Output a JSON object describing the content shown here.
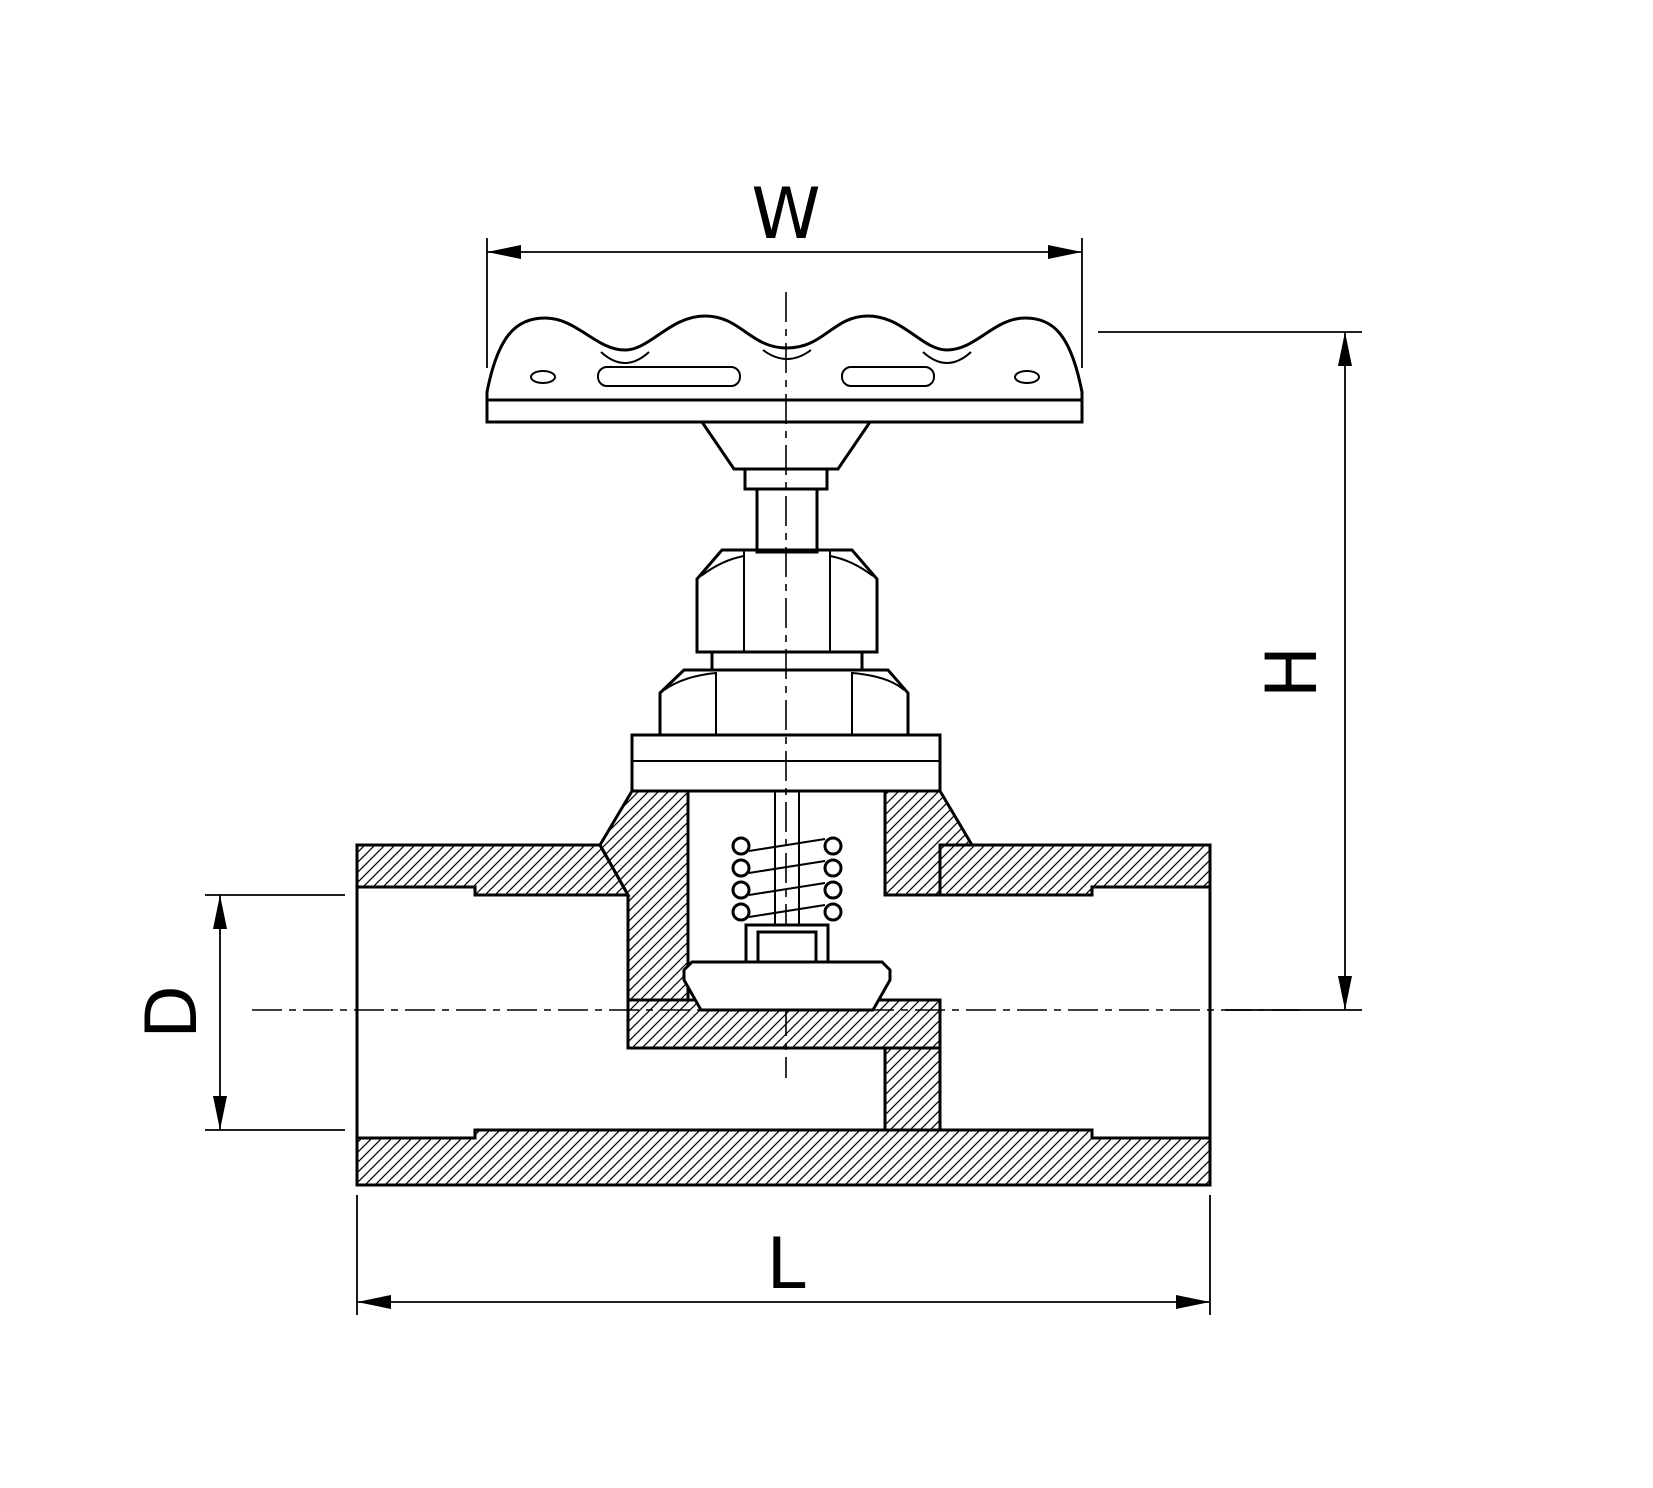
{
  "drawing": {
    "labels": {
      "w": "W",
      "h": "H",
      "d": "D",
      "l": "L"
    },
    "colors": {
      "line": "#000000",
      "background": "#ffffff"
    }
  }
}
